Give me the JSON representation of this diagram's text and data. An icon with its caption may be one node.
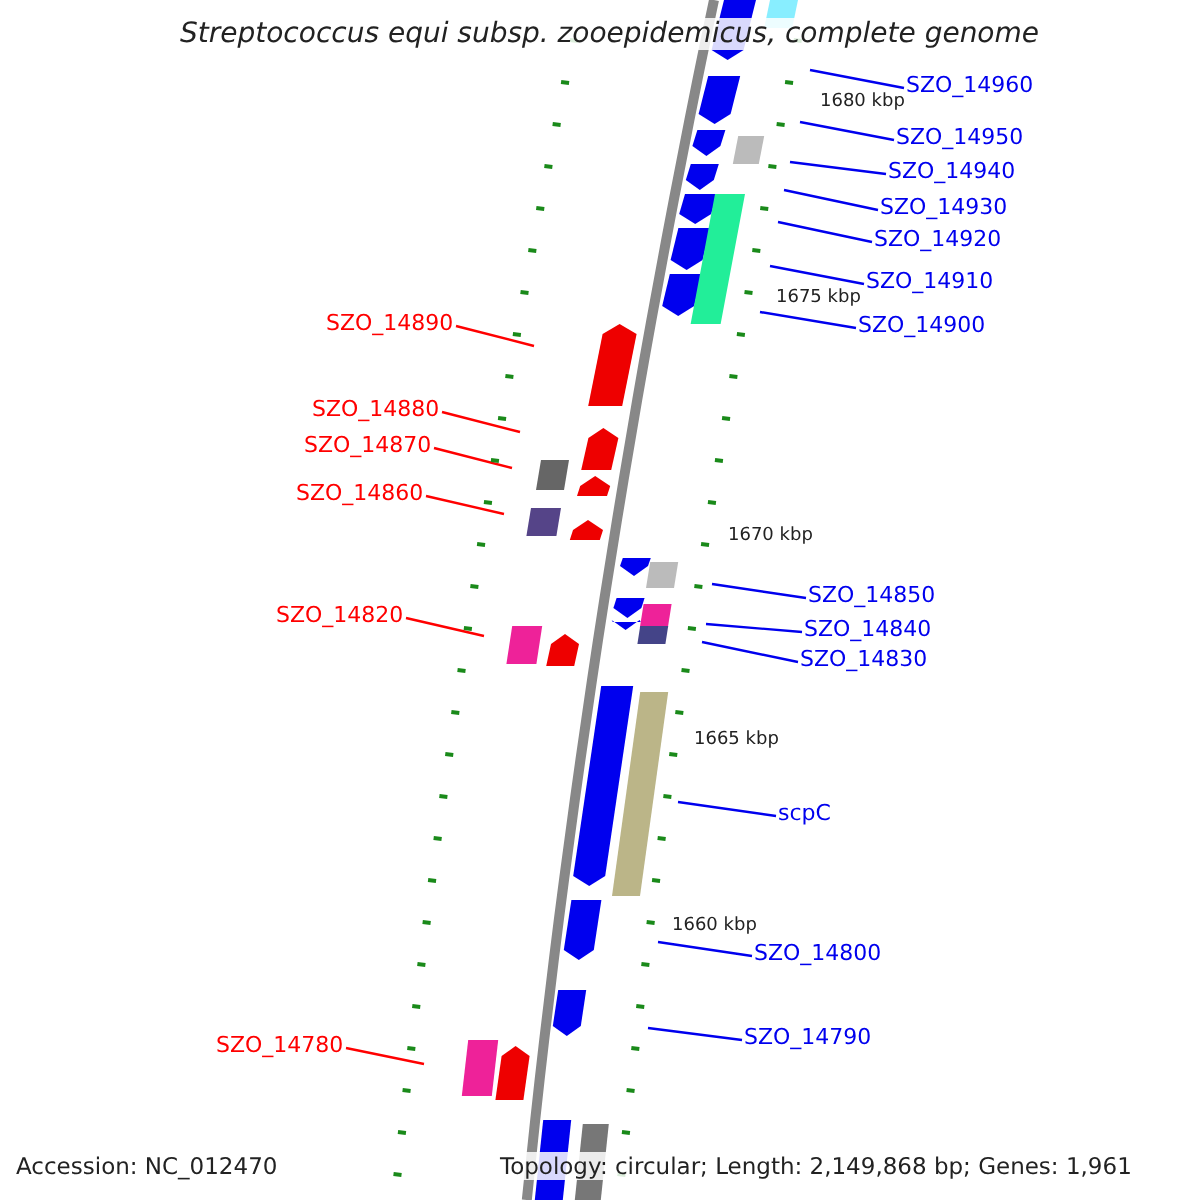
{
  "diagram": {
    "title": "Streptococcus equi subsp. zooepidemicus, complete genome",
    "nodes": [
      {
        "text": [
          "SZO_14960"
        ]
      },
      {
        "text": [
          "SZO_14950"
        ]
      },
      {
        "text": [
          "SZO_14940"
        ]
      },
      {
        "text": [
          "SZO_14930"
        ]
      },
      {
        "text": [
          "SZO_14920"
        ]
      },
      {
        "text": [
          "SZO_14910"
        ]
      },
      {
        "text": [
          "SZO_14900"
        ]
      },
      {
        "text": [
          "SZO_14890"
        ]
      },
      {
        "text": [
          "SZO_14880"
        ]
      },
      {
        "text": [
          "SZO_14870"
        ]
      },
      {
        "text": [
          "SZO_14860"
        ]
      },
      {
        "text": [
          "SZO_14850"
        ]
      },
      {
        "text": [
          "SZO_14820"
        ]
      },
      {
        "text": [
          "SZO_14840"
        ]
      },
      {
        "text": [
          "SZO_14830"
        ]
      },
      {
        "text": [
          "scpC"
        ]
      },
      {
        "text": [
          "SZO_14800"
        ]
      },
      {
        "text": [
          "SZO_14790"
        ]
      },
      {
        "text": [
          "SZO_14780"
        ]
      }
    ],
    "edges": [
      {
        "from": 0,
        "to": null,
        "arrow": "none"
      },
      {
        "from": 1,
        "to": null,
        "arrow": "none"
      },
      {
        "from": 2,
        "to": null,
        "arrow": "none"
      },
      {
        "from": 3,
        "to": null,
        "arrow": "none"
      },
      {
        "from": 4,
        "to": null,
        "arrow": "none"
      },
      {
        "from": 5,
        "to": null,
        "arrow": "none"
      },
      {
        "from": 6,
        "to": null,
        "arrow": "none"
      },
      {
        "from": 7,
        "to": null,
        "arrow": "none",
        "color": "#ff0000"
      },
      {
        "from": 8,
        "to": null,
        "arrow": "none",
        "color": "#ff0000"
      },
      {
        "from": 9,
        "to": null,
        "arrow": "none",
        "color": "#ff0000"
      },
      {
        "from": 10,
        "to": null,
        "arrow": "none",
        "color": "#ff0000"
      },
      {
        "from": 11,
        "to": null,
        "arrow": "none"
      },
      {
        "from": 12,
        "to": null,
        "arrow": "none",
        "color": "#ff0000"
      },
      {
        "from": 13,
        "to": null,
        "arrow": "none"
      },
      {
        "from": 14,
        "to": null,
        "arrow": "none"
      },
      {
        "from": 15,
        "to": null,
        "arrow": "none"
      },
      {
        "from": 16,
        "to": null,
        "arrow": "none"
      },
      {
        "from": 17,
        "to": null,
        "arrow": "none"
      },
      {
        "from": 18,
        "to": null,
        "arrow": "none",
        "color": "#ff0000"
      }
    ],
    "labels": [
      "1680 kbp",
      "1675 kbp",
      "1670 kbp",
      "1665 kbp",
      "1660 kbp",
      "Accession: NC_012470",
      "Topology: circular; Length: 2,149,868 bp; Genes: 1,961"
    ]
  }
}
